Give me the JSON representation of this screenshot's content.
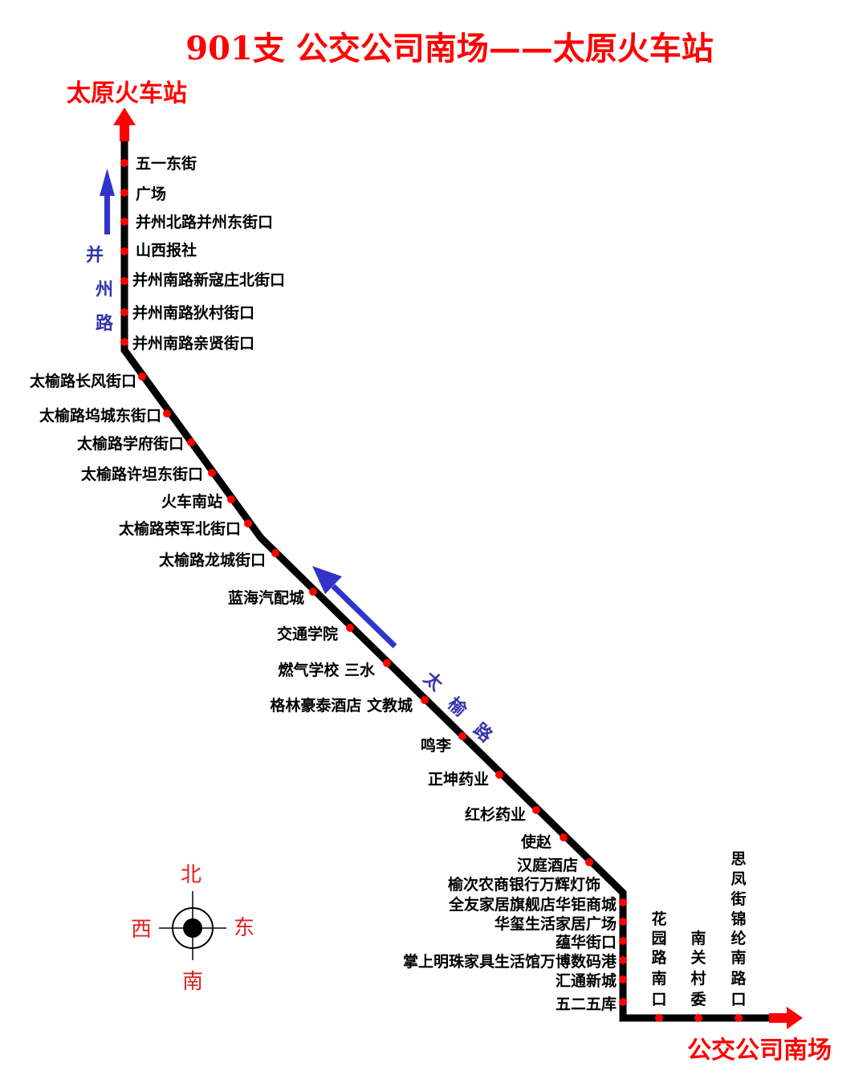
{
  "title": "901支 公交公司南场——太原火车站",
  "terminal_north": "太原火车站",
  "terminal_south": "公交公司南场",
  "roads": {
    "bingzhou": [
      "并",
      "州",
      "路"
    ],
    "taiyu": [
      "太",
      "榆",
      "路"
    ]
  },
  "compass": {
    "north": "北",
    "south": "南",
    "east": "东",
    "west": "西"
  },
  "stops_left_column": [
    "五一东街",
    "广场",
    "并州北路并州东街口",
    "山西报社",
    "并州南路新寇庄北街口",
    "并州南路狄村街口",
    "并州南路亲贤街口"
  ],
  "stops_diagonal": [
    "太榆路长风街口",
    "太榆路坞城东街口",
    "太榆路学府街口",
    "太榆路许坦东街口",
    "火车南站",
    "太榆路荣军北街口",
    "太榆路龙城街口",
    "蓝海汽配城",
    "交通学院",
    "燃气学校  三水",
    "格林豪泰酒店  文教城",
    "鸣李",
    "正坤药业",
    "红杉药业",
    "使赵",
    "汉庭酒店"
  ],
  "stops_right_column": [
    "榆次农商银行万辉灯饰",
    "全友家居旗舰店华钜商城",
    "华玺生活家居广场",
    "蕴华街口",
    "掌上明珠家具生活馆万博数码港",
    "汇通新城",
    "五二五库"
  ],
  "stops_bottom_vertical": [
    [
      "花",
      "园",
      "路",
      "南",
      "口"
    ],
    [
      "南",
      "关",
      "村",
      "委"
    ],
    [
      "思",
      "凤",
      "街",
      "锦",
      "纶",
      "南",
      "路",
      "口"
    ]
  ],
  "colors": {
    "route": "#000000",
    "stop_dot": "#ff0000",
    "terminal_arrow": "#ff0000",
    "title": "#ff0000",
    "road_name": "#3333aa",
    "direction_arrow": "#3333cc",
    "compass_label": "#dd2222",
    "stop_label": "#000000"
  }
}
